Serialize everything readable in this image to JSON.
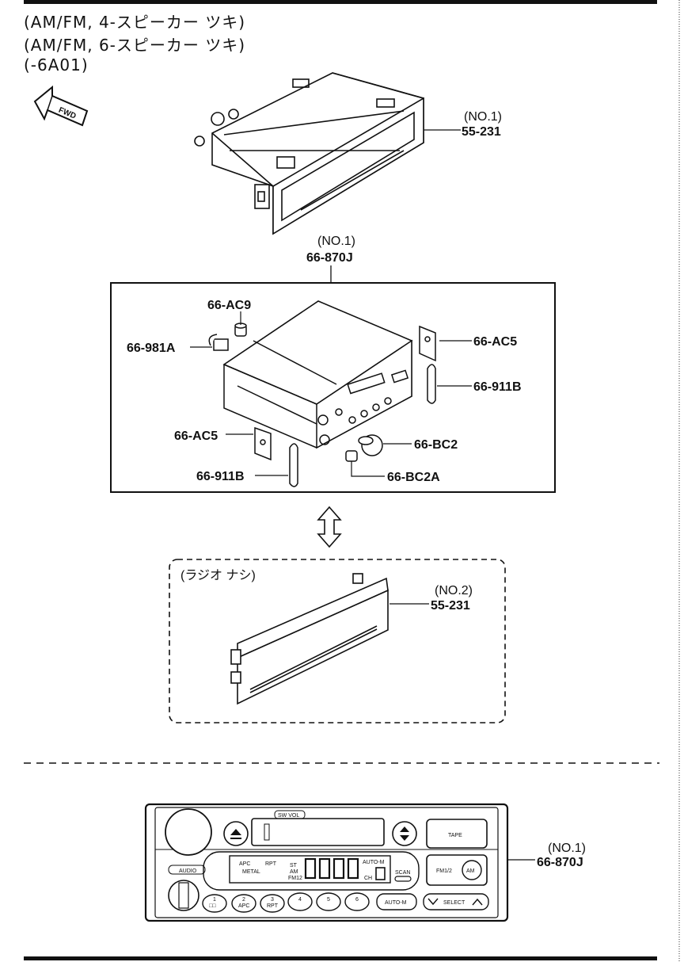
{
  "header": {
    "lines": [
      "(AM/FM, 4-スピーカー ツキ)",
      "(AM/FM, 6-スピーカー ツキ)",
      "(-6A01)"
    ]
  },
  "fwd_label": "FWD",
  "parts": {
    "bracket_no1": {
      "qualifier": "(NO.1)",
      "code": "55-231"
    },
    "radio_no1": {
      "qualifier": "(NO.1)",
      "code": "66-870J"
    },
    "ac9": "66-AC9",
    "p981a": "66-981A",
    "ac5_right": "66-AC5",
    "p911b_right": "66-911B",
    "ac5_left": "66-AC5",
    "bc2": "66-BC2",
    "p911b_left": "66-911B",
    "bc2a": "66-BC2A",
    "no_radio_label": "(ラジオ ナシ)",
    "bracket_no2": {
      "qualifier": "(NO.2)",
      "code": "55-231"
    },
    "faceplate_no1": {
      "qualifier": "(NO.1)",
      "code": "66-870J"
    }
  },
  "faceplate": {
    "sw_vol": "SW VOL",
    "audio": "AUDIO",
    "tape": "TAPE",
    "fm12": "FM1/2",
    "am": "AM",
    "scan": "SCAN",
    "auto_m": "AUTO-M",
    "select": "SELECT",
    "display": {
      "apc": "APC",
      "rpt": "RPT",
      "metal": "METAL",
      "am": "AM",
      "m12": "FM12",
      "ch": "CH",
      "auto_m": "AUTO-M",
      "st": "ST"
    },
    "presets": [
      {
        "num": "1",
        "label": "□□"
      },
      {
        "num": "2",
        "label": "APC"
      },
      {
        "num": "3",
        "label": "RPT"
      },
      {
        "num": "4",
        "label": ""
      },
      {
        "num": "5",
        "label": ""
      },
      {
        "num": "6",
        "label": ""
      }
    ]
  }
}
